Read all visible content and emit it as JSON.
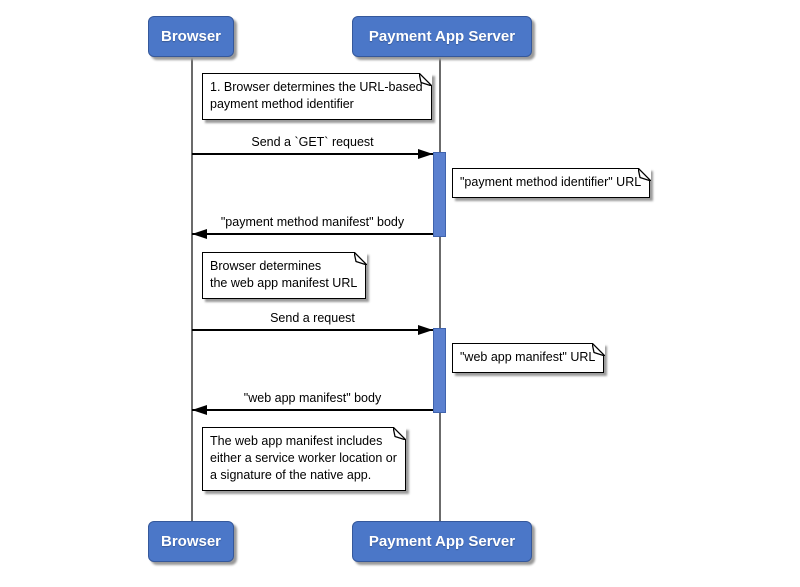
{
  "diagram": {
    "type": "uml-sequence-diagram",
    "background": "#ffffff",
    "colors": {
      "actor_fill": "#4b77c8",
      "actor_border": "#35589b",
      "actor_text": "#ffffff",
      "activation_fill": "#5b80cf",
      "activation_border": "#3f63ad",
      "lifeline": "#6b6b6b",
      "message_line": "#000000",
      "note_fill": "#ffffff",
      "note_border": "#000000",
      "shadow": "#999999"
    }
  },
  "actors": {
    "browser": {
      "label": "Browser"
    },
    "server": {
      "label": "Payment App Server"
    }
  },
  "messages": [
    {
      "label": "Send a `GET` request",
      "from": "Browser",
      "to": "Payment App Server",
      "direction": "right"
    },
    {
      "label": "\"payment method manifest\" body",
      "from": "Payment App Server",
      "to": "Browser",
      "direction": "left"
    },
    {
      "label": "Send a request",
      "from": "Browser",
      "to": "Payment App Server",
      "direction": "right"
    },
    {
      "label": "\"web app manifest\" body",
      "from": "Payment App Server",
      "to": "Browser",
      "direction": "left"
    }
  ],
  "notes": [
    {
      "text": "1. Browser determines the URL-based\npayment method identifier",
      "position": "between-lifelines"
    },
    {
      "text": "\"payment method identifier\" URL",
      "position": "right-of-server"
    },
    {
      "text": "Browser determines\nthe web app manifest URL",
      "position": "right-of-browser"
    },
    {
      "text": "\"web app manifest\" URL",
      "position": "right-of-server"
    },
    {
      "text": "The web app manifest includes\neither a service worker location or\na signature of the native app.",
      "position": "right-of-browser"
    }
  ]
}
